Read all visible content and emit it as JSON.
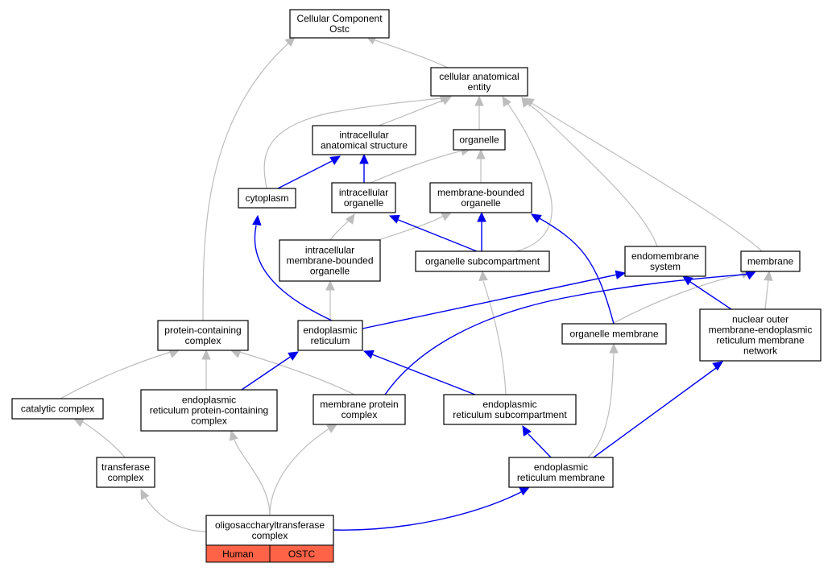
{
  "colors": {
    "is_a_edge": "#bdbdbd",
    "part_of_edge": "#0000ee",
    "badge": "#ff6347"
  },
  "nodes": {
    "cellular_component_ostc": {
      "lines": [
        "Cellular Component",
        "Ostc"
      ]
    },
    "cellular_anatomical_entity": {
      "lines": [
        "cellular anatomical",
        "entity"
      ]
    },
    "intracellular_anatomical_structure": {
      "lines": [
        "intracellular",
        "anatomical structure"
      ]
    },
    "organelle": {
      "lines": [
        "organelle"
      ]
    },
    "cytoplasm": {
      "lines": [
        "cytoplasm"
      ]
    },
    "intracellular_organelle": {
      "lines": [
        "intracellular",
        "organelle"
      ]
    },
    "membrane_bounded_organelle": {
      "lines": [
        "membrane-bounded",
        "organelle"
      ]
    },
    "intracellular_membrane_bounded_organelle": {
      "lines": [
        "intracellular",
        "membrane-bounded",
        "organelle"
      ]
    },
    "organelle_subcompartment": {
      "lines": [
        "organelle subcompartment"
      ]
    },
    "endomembrane_system": {
      "lines": [
        "endomembrane",
        "system"
      ]
    },
    "membrane": {
      "lines": [
        "membrane"
      ]
    },
    "protein_containing_complex": {
      "lines": [
        "protein-containing",
        "complex"
      ]
    },
    "endoplasmic_reticulum": {
      "lines": [
        "endoplasmic",
        "reticulum"
      ]
    },
    "organelle_membrane": {
      "lines": [
        "organelle membrane"
      ]
    },
    "nuclear_outer_membrane_er_network": {
      "lines": [
        "nuclear outer",
        "membrane-endoplasmic",
        "reticulum membrane",
        "network"
      ]
    },
    "catalytic_complex": {
      "lines": [
        "catalytic complex"
      ]
    },
    "er_protein_containing_complex": {
      "lines": [
        "endoplasmic",
        "reticulum protein-containing",
        "complex"
      ]
    },
    "membrane_protein_complex": {
      "lines": [
        "membrane protein",
        "complex"
      ]
    },
    "er_subcompartment": {
      "lines": [
        "endoplasmic",
        "reticulum subcompartment"
      ]
    },
    "transferase_complex": {
      "lines": [
        "transferase",
        "complex"
      ]
    },
    "er_membrane": {
      "lines": [
        "endoplasmic",
        "reticulum membrane"
      ]
    },
    "ost_complex": {
      "lines": [
        "oligosaccharyltransferase",
        "complex"
      ],
      "badges": [
        "Human",
        "OSTC"
      ]
    }
  }
}
